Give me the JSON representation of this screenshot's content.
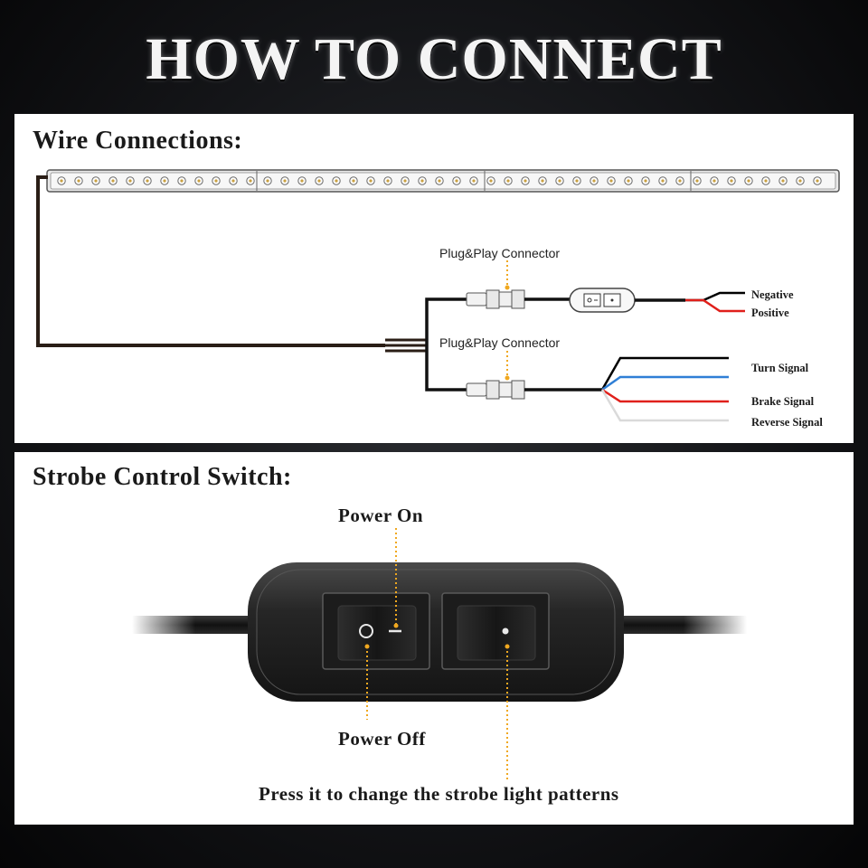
{
  "title": "HOW TO CONNECT",
  "wire_section": {
    "heading": "Wire Connections:",
    "connector_label_1": "Plug&Play Connector",
    "connector_label_2": "Plug&Play Connector",
    "power_wires": [
      {
        "label": "Negative",
        "color": "#000000"
      },
      {
        "label": "Positive",
        "color": "#e0201b"
      }
    ],
    "signal_wires": [
      {
        "label": "Turn Signal",
        "color": "#000000"
      },
      {
        "label": "Brake Signal",
        "color": "#e0201b"
      },
      {
        "label": "Reverse Signal",
        "color": "#dadada"
      }
    ],
    "extra_wire_color": "#2f7fd6"
  },
  "switch_section": {
    "heading": "Strobe Control Switch:",
    "power_on_label": "Power On",
    "power_off_label": "Power Off",
    "press_label": "Press it to change the strobe light patterns"
  },
  "colors": {
    "accent_dotted": "#f0a820",
    "panel_bg": "#ffffff"
  }
}
